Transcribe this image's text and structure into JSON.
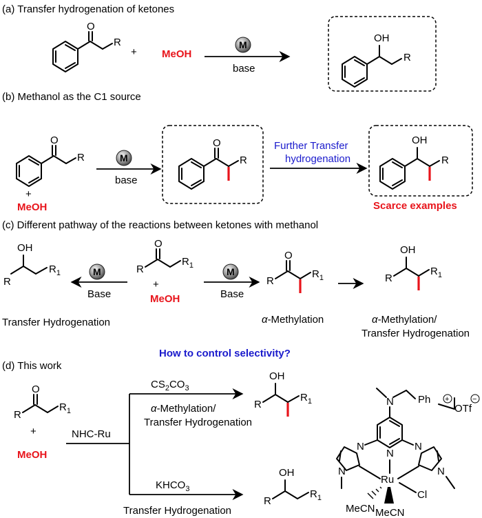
{
  "sections": {
    "a": "(a) Transfer hydrogenation  of ketones",
    "b": "(b) Methanol as the C1 source",
    "c": "(c) Different pathway of the reactions between ketones with methanol",
    "d": "(d) This work"
  },
  "atoms": {
    "O": "O",
    "OH": "OH",
    "R": "R",
    "R1": "R",
    "sub1": "1",
    "plus": "+",
    "N": "N",
    "Ru": "Ru",
    "Cl": "Cl",
    "MeCN": "MeCN",
    "Ph": "Ph",
    "OTf": "OTf",
    "plus_charge": "+",
    "minus_charge": "−"
  },
  "reagents": {
    "meoh": "MeOH",
    "metal": "M",
    "base_lower": "base",
    "base_upper": "Base",
    "nhc_ru": "NHC-Ru",
    "cs2co3_main": "CS",
    "cs2co3_sub": "2",
    "cs2co3_co": "CO",
    "cs2co3_sub2": "3",
    "khco3_main": "KHCO",
    "khco3_sub": "3"
  },
  "labels": {
    "further_line1": "Further Transfer",
    "further_line2": "hydrogenation",
    "scarce": "Scarce examples",
    "transfer_hydrogenation": "Transfer Hydrogenation",
    "alpha": "α",
    "methylation": "-Methylation",
    "methylation_slash": "-Methylation/",
    "question": "How to control selectivity?"
  },
  "colors": {
    "accent_red": "#e8141b",
    "accent_blue": "#1a1acc",
    "ball_light": "#d9d9d9",
    "ball_dark": "#4a4a4a"
  }
}
